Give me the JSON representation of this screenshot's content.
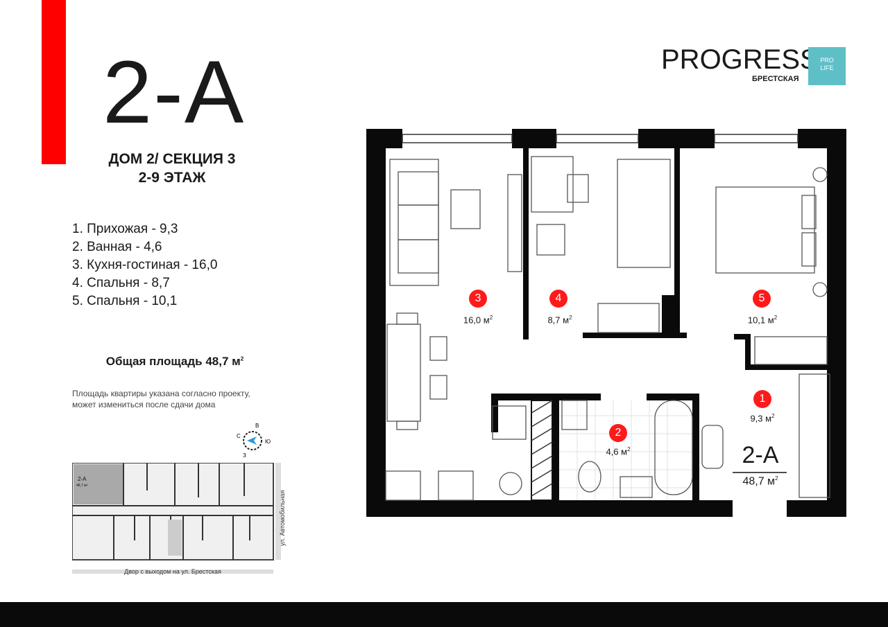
{
  "apartment": {
    "code": "2-А",
    "house": "ДОМ 2/ СЕКЦИЯ 3",
    "floors": "2-9 ЭТАЖ"
  },
  "rooms": [
    {
      "label": "1. Прихожая - 9,3"
    },
    {
      "label": "2. Ванная - 4,6"
    },
    {
      "label": "3. Кухня-гостиная - 16,0"
    },
    {
      "label": "4. Спальня - 8,7"
    },
    {
      "label": "5. Спальня - 10,1"
    }
  ],
  "total": {
    "label": "Общая площадь 48,7 м",
    "sup": "2"
  },
  "note": {
    "line1": "Площадь квартиры указана согласно проекту,",
    "line2": "может измениться после сдачи дома"
  },
  "compass": {
    "n": "С",
    "e": "В",
    "s": "Ю",
    "w": "З"
  },
  "minimap": {
    "apt_code": "2-А",
    "apt_area": "48,7 м²",
    "street_bottom": "Двор с выходом на ул. Брестская",
    "street_right": "ул. Автомобильная"
  },
  "brand": {
    "name": "PROGRESS",
    "sub": "БРЕСТСКАЯ",
    "box_line1": "PRO",
    "box_line2": "LIFE",
    "accent": "#5fbfc7"
  },
  "plan": {
    "badges": [
      {
        "num": "3",
        "area": "16,0 м"
      },
      {
        "num": "4",
        "area": "8,7 м"
      },
      {
        "num": "5",
        "area": "10,1 м"
      },
      {
        "num": "2",
        "area": "4,6 м"
      },
      {
        "num": "1",
        "area": "9,3 м"
      }
    ],
    "area_sup": "2",
    "apt_code": "2-А",
    "apt_total": "48,7 м"
  },
  "colors": {
    "accent_red": "#ff0000",
    "badge_red": "#ff1a1a",
    "footer": "#0a0a0a"
  }
}
